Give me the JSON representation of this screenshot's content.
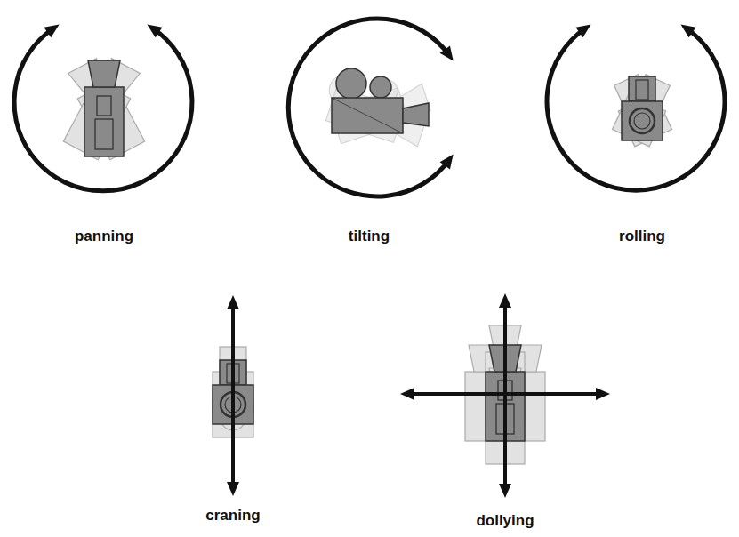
{
  "diagram": {
    "labels": [
      "panning",
      "tilting",
      "rolling",
      "craning",
      "dollying"
    ]
  }
}
